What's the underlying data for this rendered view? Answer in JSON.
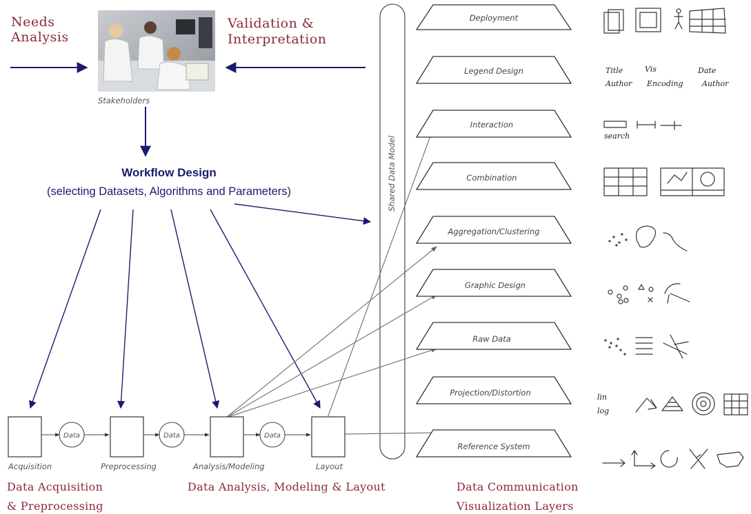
{
  "phases": {
    "needs_analysis": [
      "Needs",
      "Analysis"
    ],
    "validation": [
      "Validation &",
      "Interpretation"
    ],
    "acquisition": [
      "Data Acquisition",
      "& Preprocessing"
    ],
    "analysis": "Data Analysis, Modeling & Layout",
    "communication": [
      "Data Communication",
      "Visualization Layers"
    ]
  },
  "stakeholders": {
    "caption": "Stakeholders"
  },
  "workflow": {
    "title": "Workflow Design",
    "subtitle": "(selecting Datasets, Algorithms and Parameters)"
  },
  "shared_model": "Shared Data Model",
  "pipeline": {
    "steps": [
      "Acquisition",
      "Preprocessing",
      "Analysis/Modeling",
      "Layout"
    ],
    "data_label": "Data"
  },
  "layers": [
    "Deployment",
    "Legend Design",
    "Interaction",
    "Combination",
    "Aggregation/Clustering",
    "Graphic Design",
    "Raw Data",
    "Projection/Distortion",
    "Reference System"
  ],
  "sketch_notes": {
    "legend": [
      "Title",
      "Vis",
      "Date",
      "Author",
      "Encoding",
      "Author"
    ],
    "interaction": "search",
    "projection": [
      "lin",
      "log"
    ]
  },
  "colors": {
    "phase_text": "#8b2a35",
    "workflow_text": "#1a1a6e",
    "arrow_blue": "#1a1a6e",
    "arrow_gray": "#666666"
  }
}
